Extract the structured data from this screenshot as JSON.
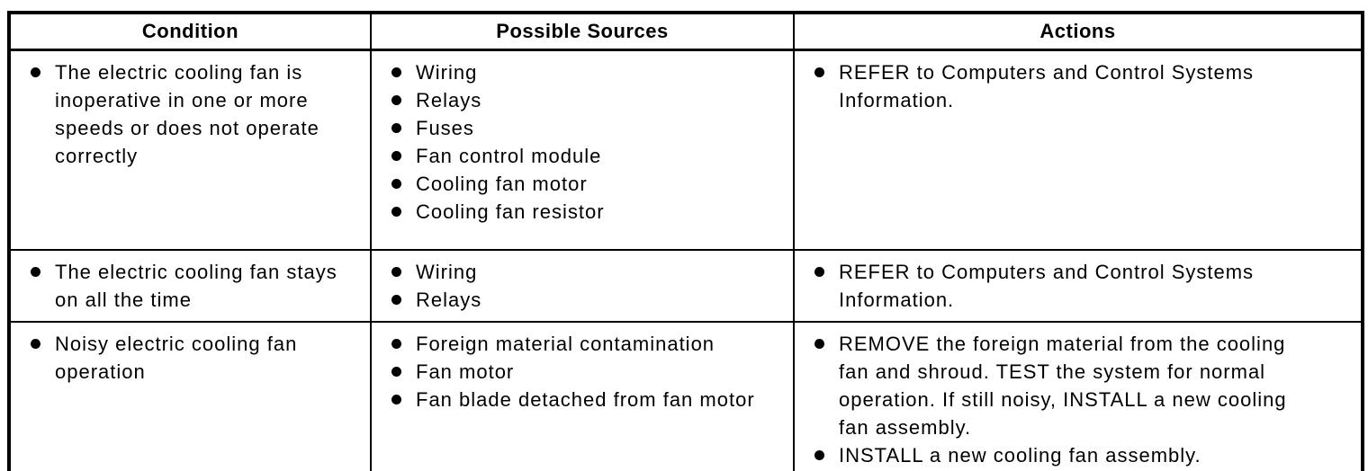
{
  "page": {
    "background_color": "#ffffff",
    "ink_color": "#000000",
    "bullet_icon": "filled-circle-bullet"
  },
  "table": {
    "columns": [
      {
        "id": "condition",
        "label": "Condition"
      },
      {
        "id": "possible_sources",
        "label": "Possible Sources"
      },
      {
        "id": "actions",
        "label": "Actions"
      }
    ],
    "rows": [
      {
        "condition": [
          "The electric cooling fan is inoperative in one or more speeds or does not operate correctly"
        ],
        "sources": [
          "Wiring",
          "Relays",
          "Fuses",
          "Fan control module",
          "Cooling fan motor",
          "Cooling fan resistor"
        ],
        "actions": [
          "REFER to Computers and Control Systems Information."
        ]
      },
      {
        "condition": [
          "The electric cooling fan stays on all the time"
        ],
        "sources": [
          "Wiring",
          "Relays"
        ],
        "actions": [
          "REFER to Computers and Control Systems Information."
        ]
      },
      {
        "condition": [
          "Noisy electric cooling fan operation"
        ],
        "sources": [
          "Foreign material contamination",
          "Fan motor",
          "Fan blade detached from fan motor"
        ],
        "actions": [
          "REMOVE the foreign material from the cooling fan and shroud. TEST the system for normal operation. If still noisy, INSTALL a new cooling fan assembly.",
          "INSTALL a new cooling fan assembly."
        ]
      }
    ]
  }
}
